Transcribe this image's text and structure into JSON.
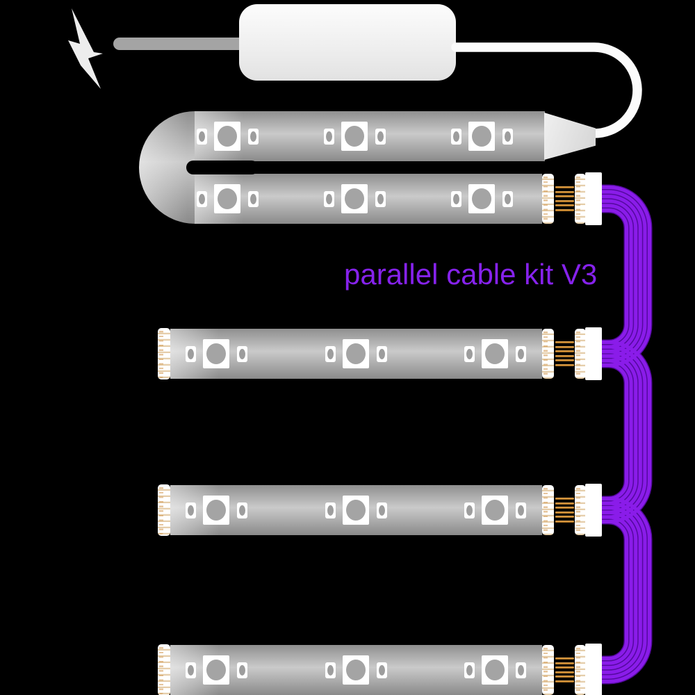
{
  "caption": {
    "text": "parallel cable kit V3"
  },
  "colors": {
    "background": "#000000",
    "accent_purple": "#8622ec",
    "cable_purple": "#8a1ce9",
    "cable_purple_dark": "#54099e",
    "pin_gold": "#cc8c33",
    "strip_gray_mid": "#cacaca",
    "strip_gray_edge": "#8a8a8a",
    "connector_white": "#ffffff"
  },
  "cable": {
    "strand_count": 6
  },
  "connector": {
    "pin_count": 6
  },
  "strips": {
    "standalone_count": 3,
    "folded_rows": 2,
    "leds_per_row": 3
  },
  "icons": {
    "power": "lightning-bolt-icon"
  }
}
